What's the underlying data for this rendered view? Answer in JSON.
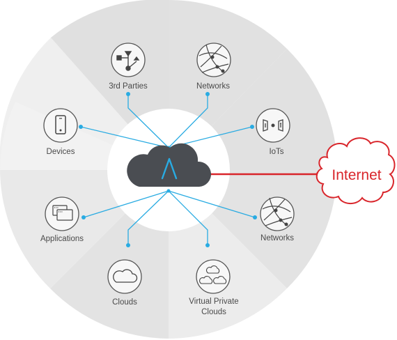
{
  "nodes": {
    "third_parties": "3rd Parties",
    "networks_top": "Networks",
    "devices": "Devices",
    "iots": "IoTs",
    "applications": "Applications",
    "networks_right": "Networks",
    "clouds": "Clouds",
    "vpc_line1": "Virtual Private",
    "vpc_line2": "Clouds"
  },
  "internet": {
    "label": "Internet"
  },
  "colors": {
    "connector": "#29abe2",
    "internet": "#d9252b",
    "hub_cloud": "#4a4d52",
    "hub_logo": "#29abe2",
    "sector_light": "#efefef",
    "sector_dark": "#dcdcdc",
    "icon_stroke": "#555555"
  }
}
